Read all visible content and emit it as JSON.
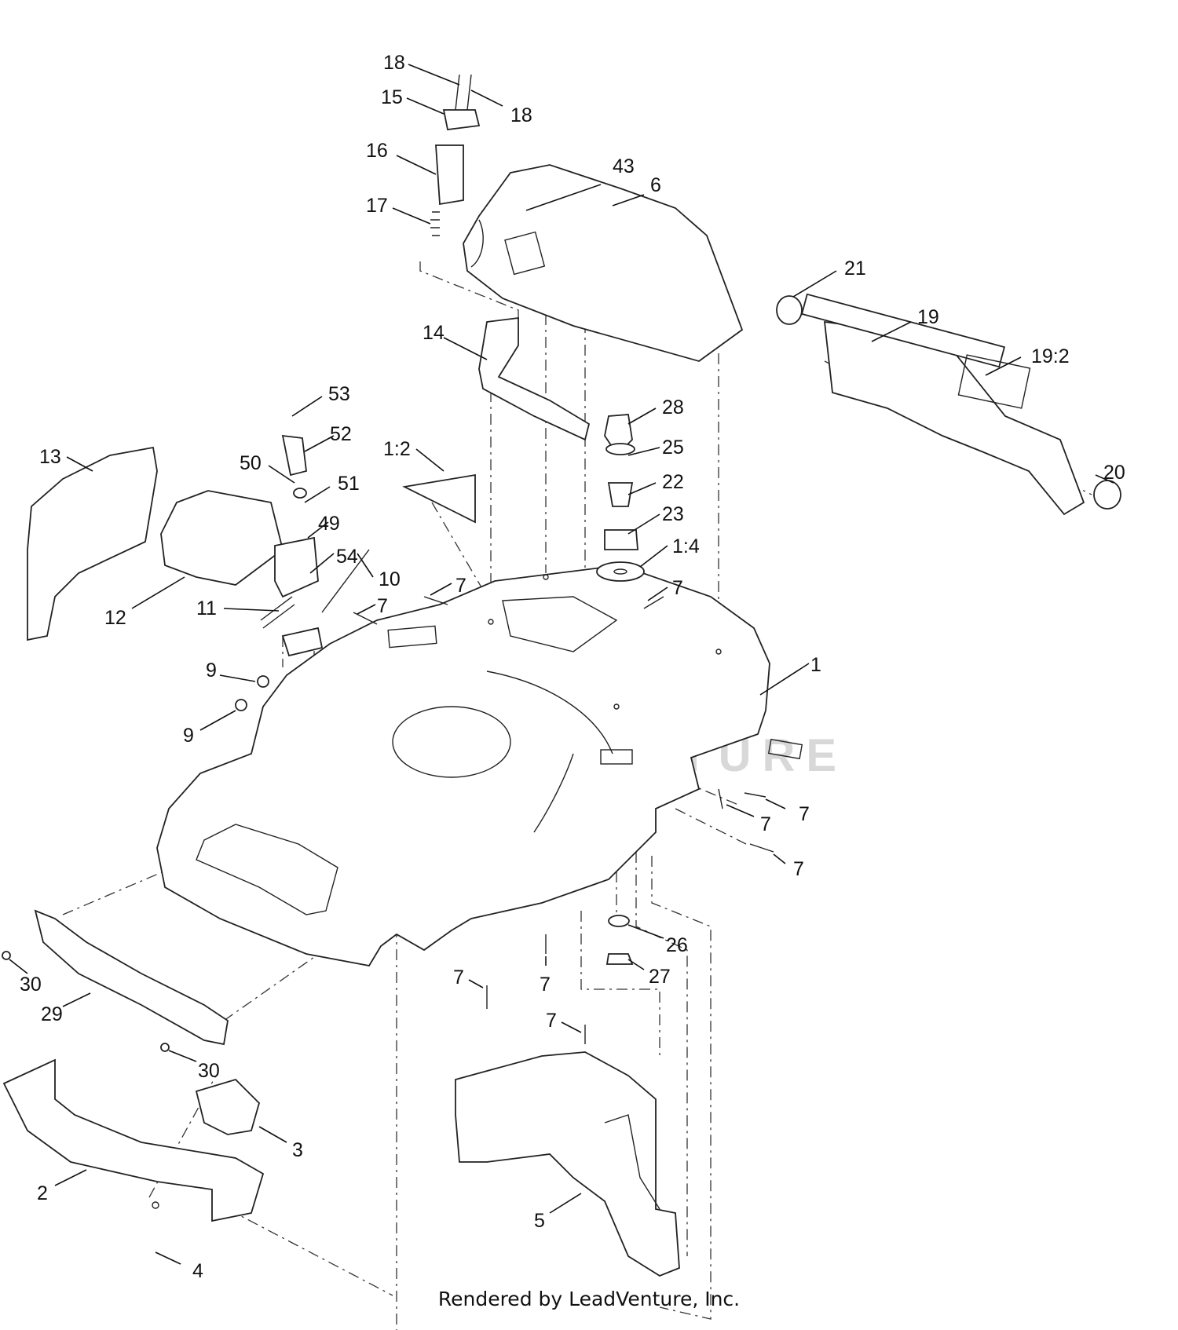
{
  "diagram": {
    "callouts": [
      "18",
      "15",
      "18",
      "16",
      "43",
      "6",
      "17",
      "21",
      "19",
      "14",
      "19:2",
      "53",
      "28",
      "52",
      "25",
      "13",
      "1:2",
      "50",
      "22",
      "51",
      "20",
      "23",
      "49",
      "1:4",
      "54",
      "10",
      "12",
      "7",
      "11",
      "7",
      "7",
      "1",
      "9",
      "9",
      "7",
      "7",
      "7",
      "26",
      "30",
      "7",
      "7",
      "27",
      "29",
      "7",
      "30",
      "3",
      "2",
      "5",
      "4"
    ],
    "watermark": "LEADVENTURE"
  },
  "footer": {
    "credit": "Rendered by LeadVenture, Inc."
  }
}
